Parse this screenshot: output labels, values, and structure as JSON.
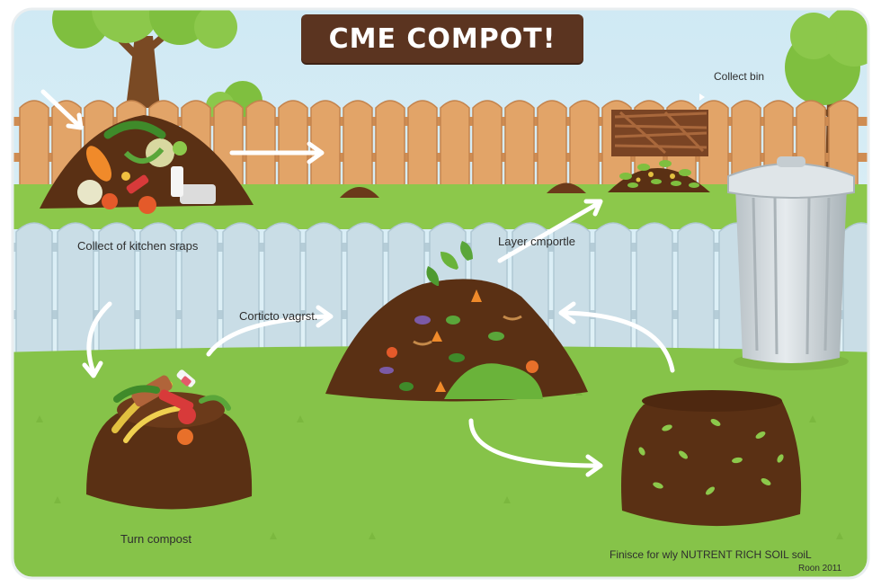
{
  "title": "CME COMPOT!",
  "labels": {
    "collect_bin": "Collect bin",
    "collect_kitchen_scraps": "Collect of kitchen sraps",
    "layer_compost": "Layer cmportle",
    "corticto_vagrst": "Corticto vagrst.",
    "turn_compost": "Turn compost",
    "finished_soil": "Finisce for wly NUTRENT RICH SOIL soiL",
    "signature": "Roon 2011"
  },
  "colors": {
    "sky": "#dff0f7",
    "fence_back": "#e2a468",
    "fence_front": "#c9dde6",
    "grass": "#86c349",
    "soil": "#5a3014",
    "banner": "#5b3420",
    "bin": "#cfd6da"
  },
  "icons": [
    "tree-icon",
    "compost-pile-icon",
    "vegetable-scraps-icon",
    "trash-bin-icon",
    "arrow-icon"
  ]
}
